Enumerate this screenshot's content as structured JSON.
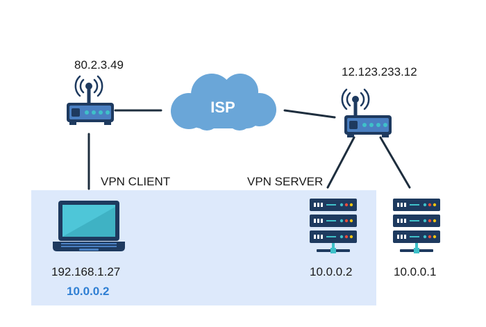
{
  "colors": {
    "vpn_zone": "#dde9fb",
    "cloud": "#6aa6d8",
    "device_dark": "#1e3a5f",
    "router_body": "#4a7fc1",
    "line": "#1e2e3e",
    "led": "#3fc1c9",
    "accent_text": "#2f7fd3",
    "laptop_screen": "#4ec6d8"
  },
  "router_left": {
    "ip": "80.2.3.49",
    "icon": "wireless-router-icon"
  },
  "router_right": {
    "ip": "12.123.233.12",
    "icon": "wireless-router-icon"
  },
  "cloud": {
    "label": "ISP",
    "icon": "cloud-icon"
  },
  "client": {
    "role_label": "VPN CLIENT",
    "ip": "192.168.1.27",
    "vpn_ip": "10.0.0.2",
    "icon": "laptop-icon"
  },
  "vpn_server": {
    "role_label": "VPN SERVER",
    "ip": "10.0.0.2",
    "icon": "server-rack-icon"
  },
  "other_server": {
    "ip": "10.0.0.1",
    "icon": "server-rack-icon"
  }
}
